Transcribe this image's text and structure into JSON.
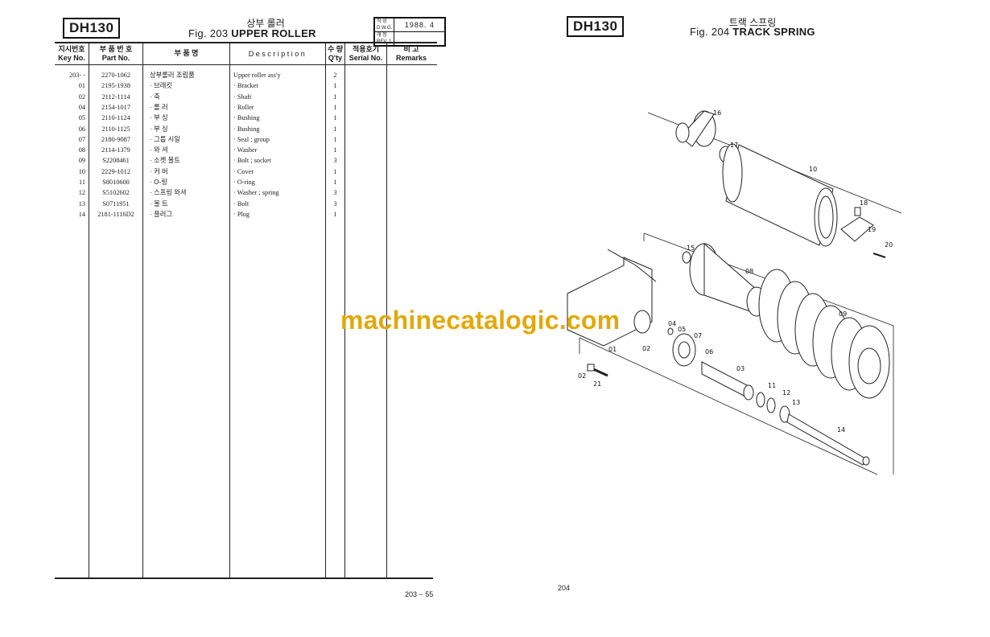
{
  "left_page": {
    "model": "DH130",
    "kr_title": "상부 롤러",
    "fig_label": "Fig. 203",
    "fig_title": "UPPER ROLLER",
    "dwg": {
      "l1": "작 성",
      "l1b": "D.W.G.",
      "date": "1988. 4",
      "l2": "개 정",
      "l2b": "REV.",
      "rev": "1"
    },
    "headers": {
      "key_kr": "지시번호",
      "key_en": "Key No.",
      "part_kr": "부 품 번 호",
      "part_en": "Part No.",
      "name_kr": "부    품    명",
      "desc": "Description",
      "qty_kr": "수 량",
      "qty_en": "Q'ty",
      "serial_kr": "적용호기",
      "serial_en": "Serial No.",
      "remarks_kr": "비    고",
      "remarks_en": "Remarks"
    },
    "rows": [
      {
        "key": "203- -",
        "part": "2270-1062",
        "kr": "상부롤러 조립품",
        "desc": "Upper roller ass'y",
        "qty": "2"
      },
      {
        "key": "01",
        "part": "2195-1938",
        "kr": "· 브래킷",
        "desc": "· Bracket",
        "qty": "1"
      },
      {
        "key": "02",
        "part": "2112-1114",
        "kr": "· 축",
        "desc": "· Shaft",
        "qty": "1"
      },
      {
        "key": "04",
        "part": "2154-1017",
        "kr": "· 롤   러",
        "desc": "· Roller",
        "qty": "1"
      },
      {
        "key": "05",
        "part": "2110-1124",
        "kr": "· 부   싱",
        "desc": "· Bushing",
        "qty": "1"
      },
      {
        "key": "06",
        "part": "2110-1125",
        "kr": "· 부   싱",
        "desc": "· Bushing",
        "qty": "1"
      },
      {
        "key": "07",
        "part": "2180-9087",
        "kr": "· 그룹 시일",
        "desc": "· Seal ; group",
        "qty": "1"
      },
      {
        "key": "08",
        "part": "2114-1379",
        "kr": "· 와   셔",
        "desc": "· Washer",
        "qty": "1"
      },
      {
        "key": "09",
        "part": "S2208461",
        "kr": "· 소켓 볼트",
        "desc": "· Bolt ; socket",
        "qty": "3"
      },
      {
        "key": "10",
        "part": "2229-1012",
        "kr": "· 커   버",
        "desc": "· Cover",
        "qty": "1"
      },
      {
        "key": "11",
        "part": "S8010600",
        "kr": "· O-링",
        "desc": "· O-ring",
        "qty": "1"
      },
      {
        "key": "12",
        "part": "S5102602",
        "kr": "· 스프링 와셔",
        "desc": "· Washer ; spring",
        "qty": "3"
      },
      {
        "key": "13",
        "part": "S0711951",
        "kr": "· 볼   트",
        "desc": "· Bolt",
        "qty": "3"
      },
      {
        "key": "14",
        "part": "2181-1116D2",
        "kr": "· 플러그",
        "desc": "· Plug",
        "qty": "1"
      }
    ],
    "page_number": "203 − 55"
  },
  "right_page": {
    "model": "DH130",
    "kr_title": "트랙 스프링",
    "fig_label": "Fig. 204",
    "fig_title": "TRACK SPRING",
    "page_number": "204",
    "callouts": [
      "16",
      "17",
      "10",
      "18",
      "19",
      "20",
      "15",
      "08",
      "09",
      "04",
      "05",
      "07",
      "01",
      "02",
      "06",
      "03",
      "11",
      "12",
      "13",
      "14",
      "02",
      "21"
    ]
  },
  "watermark": "machinecatalogic.com"
}
